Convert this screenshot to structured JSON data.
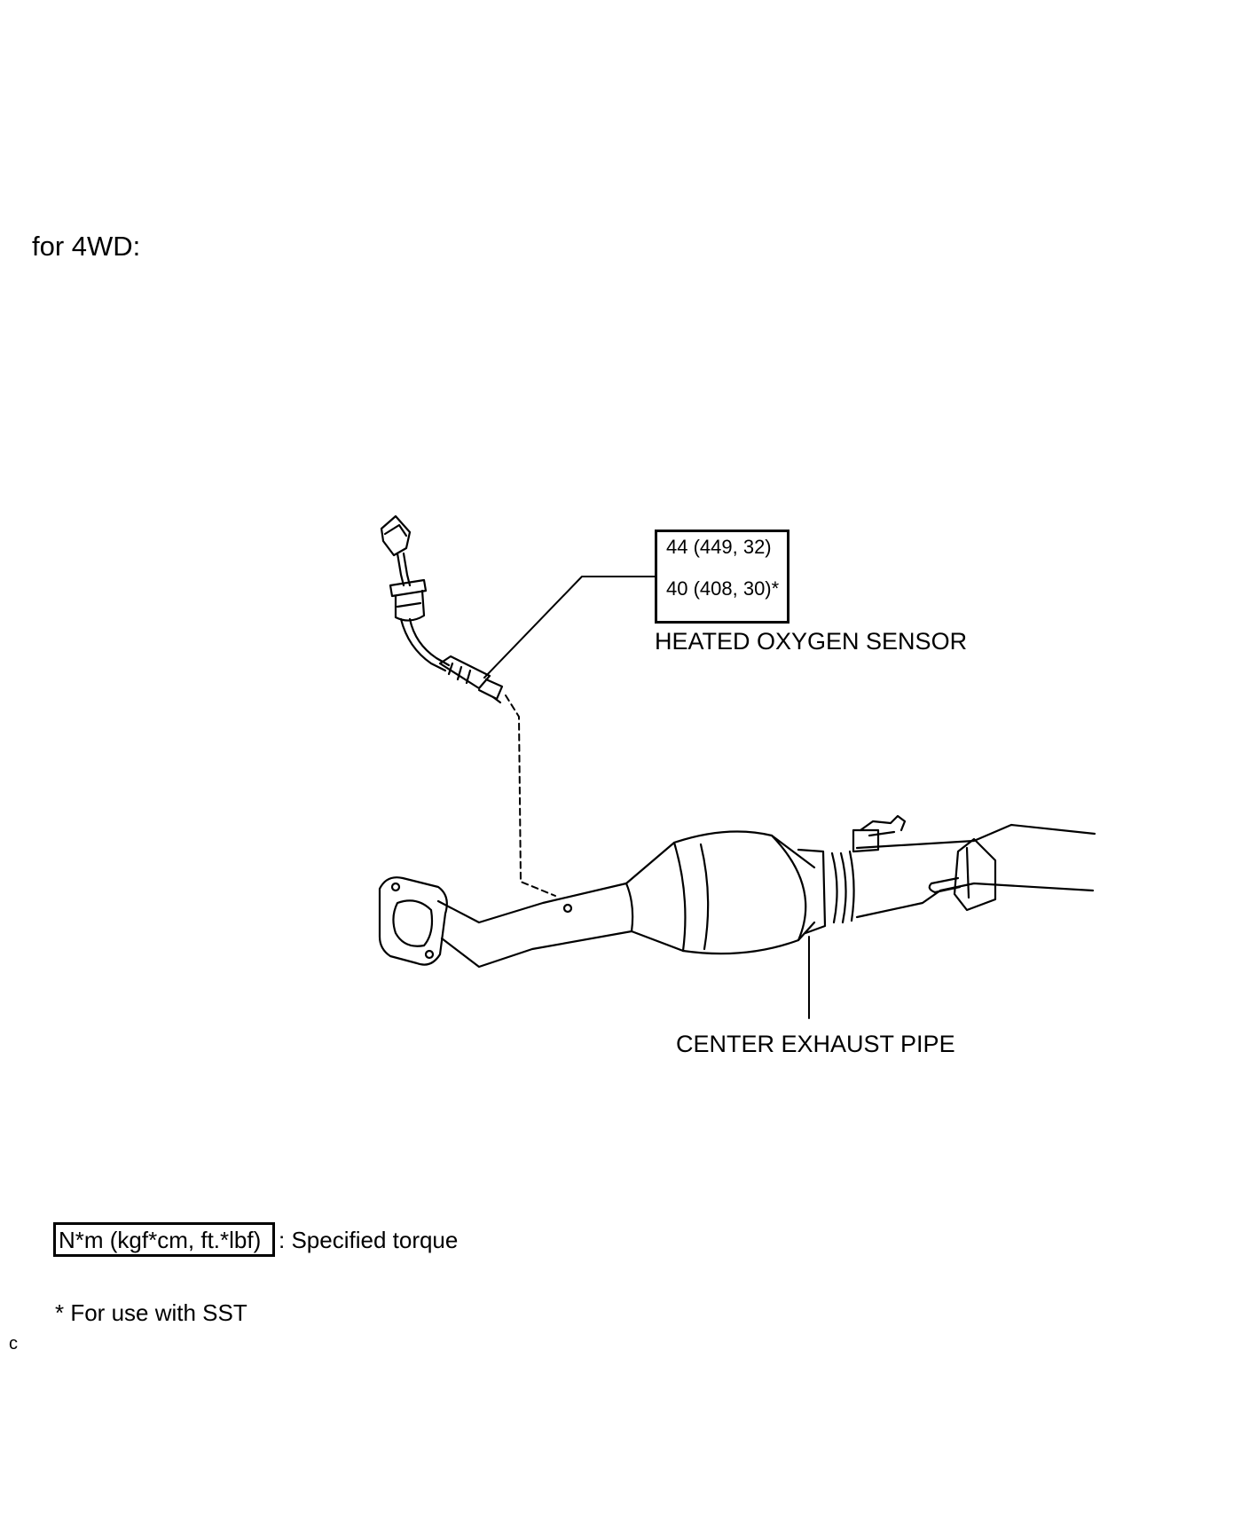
{
  "heading": "for 4WD:",
  "torque": {
    "primary": "44 (449, 32)",
    "sst": "40 (408, 30)*"
  },
  "labels": {
    "sensor": "HEATED OXYGEN SENSOR",
    "pipe": "CENTER EXHAUST PIPE"
  },
  "legend": {
    "unit": "N*m (kgf*cm, ft.*lbf)",
    "description": ": Specified torque"
  },
  "note": "* For use with SST",
  "corner_code": "c"
}
